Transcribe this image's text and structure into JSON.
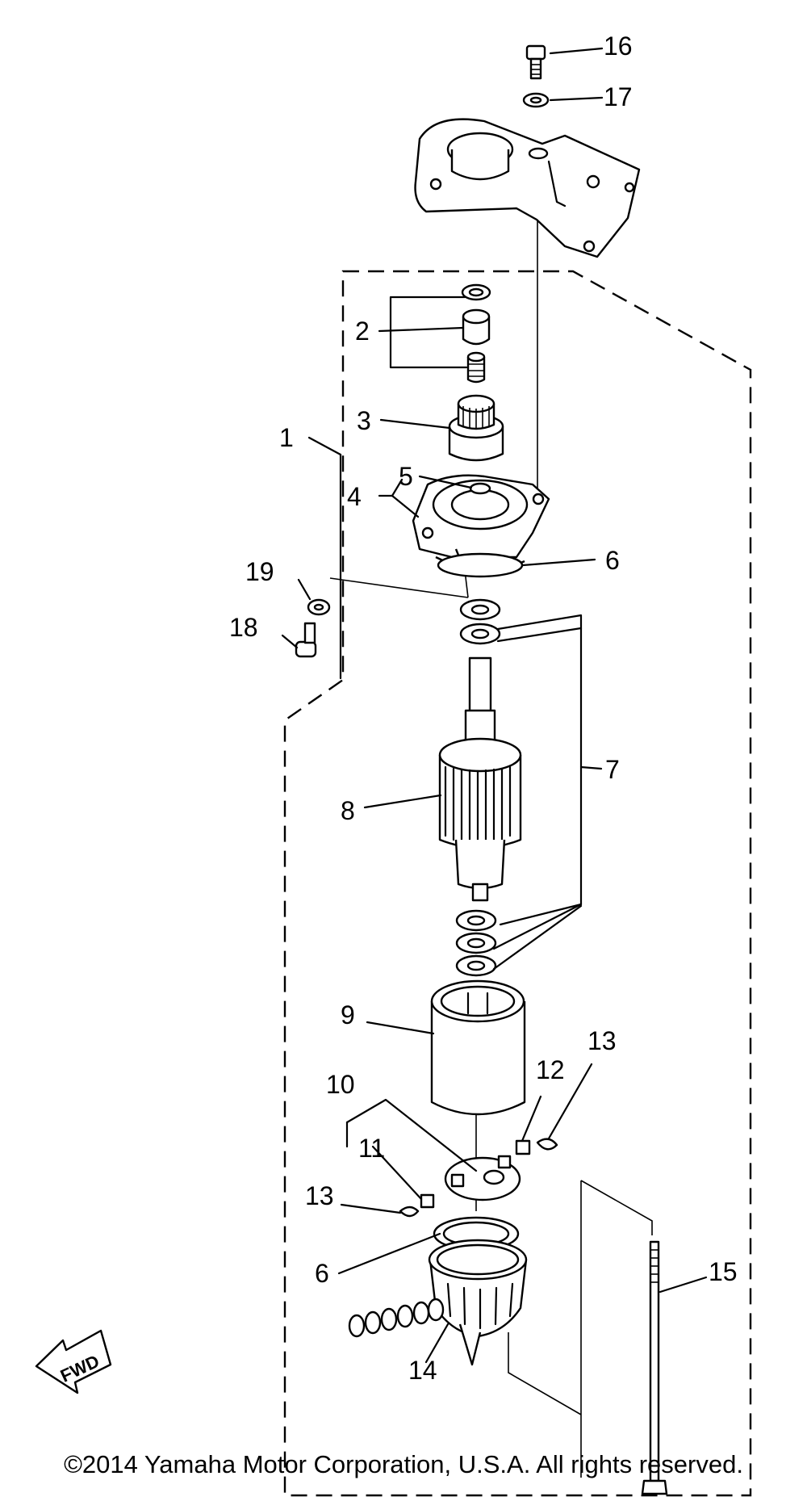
{
  "callouts": {
    "c1": "1",
    "c2": "2",
    "c3": "3",
    "c4": "4",
    "c5": "5",
    "c6a": "6",
    "c6b": "6",
    "c7": "7",
    "c8": "8",
    "c9": "9",
    "c10": "10",
    "c11": "11",
    "c12": "12",
    "c13a": "13",
    "c13b": "13",
    "c14": "14",
    "c15": "15",
    "c16": "16",
    "c17": "17",
    "c18": "18",
    "c19": "19"
  },
  "fwd_label": "FWD",
  "copyright": "©2014 Yamaha Motor Corporation, U.S.A. All rights reserved."
}
